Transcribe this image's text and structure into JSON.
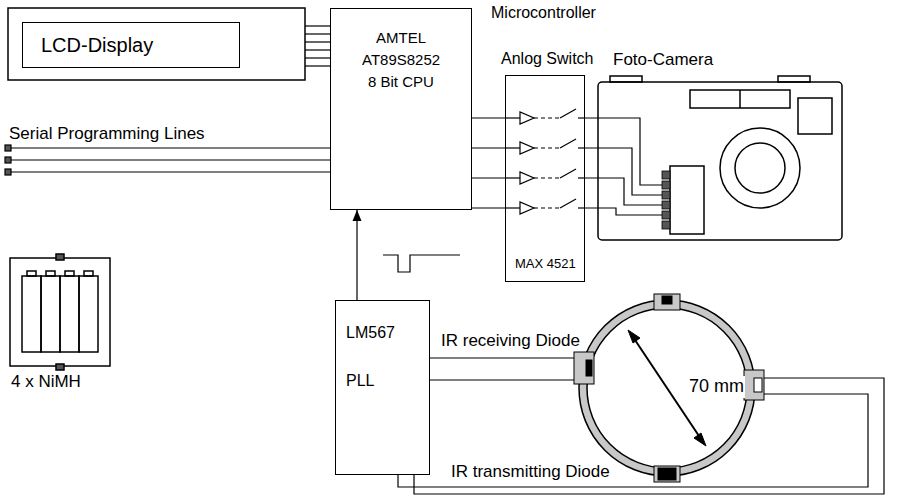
{
  "diagram": {
    "nodes": [
      {
        "text": [
          "LCD-Display"
        ]
      },
      {
        "text": [
          "Microcontroller",
          "AMTEL",
          "AT89S8252",
          "8 Bit CPU"
        ]
      },
      {
        "text": [
          "Anlog Switch",
          "MAX 4521"
        ]
      },
      {
        "text": [
          "LM567",
          "PLL"
        ]
      }
    ],
    "edges": [
      {
        "from": 1,
        "to": 2,
        "arrow": "none"
      },
      {
        "from": 1,
        "to": 2,
        "arrow": "none"
      },
      {
        "from": 1,
        "to": 2,
        "arrow": "none"
      },
      {
        "from": 1,
        "to": 2,
        "arrow": "none"
      },
      {
        "from": 3,
        "to": 1,
        "arrow": "to"
      }
    ],
    "labels": [
      "Serial Programming Lines",
      "Foto-Camera",
      "IR receiving Diode",
      "IR transmitting Diode",
      "70 mm",
      "4 x NiMH"
    ]
  }
}
